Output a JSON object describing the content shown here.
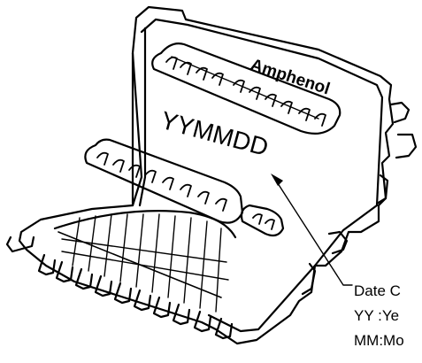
{
  "brand": "Amphenol",
  "date_code": "YYMMDD",
  "callout_lines": [
    "Date C",
    "YY :Ye",
    "MM:Mo"
  ],
  "colors": {
    "line": "#000000",
    "background": "#ffffff"
  }
}
